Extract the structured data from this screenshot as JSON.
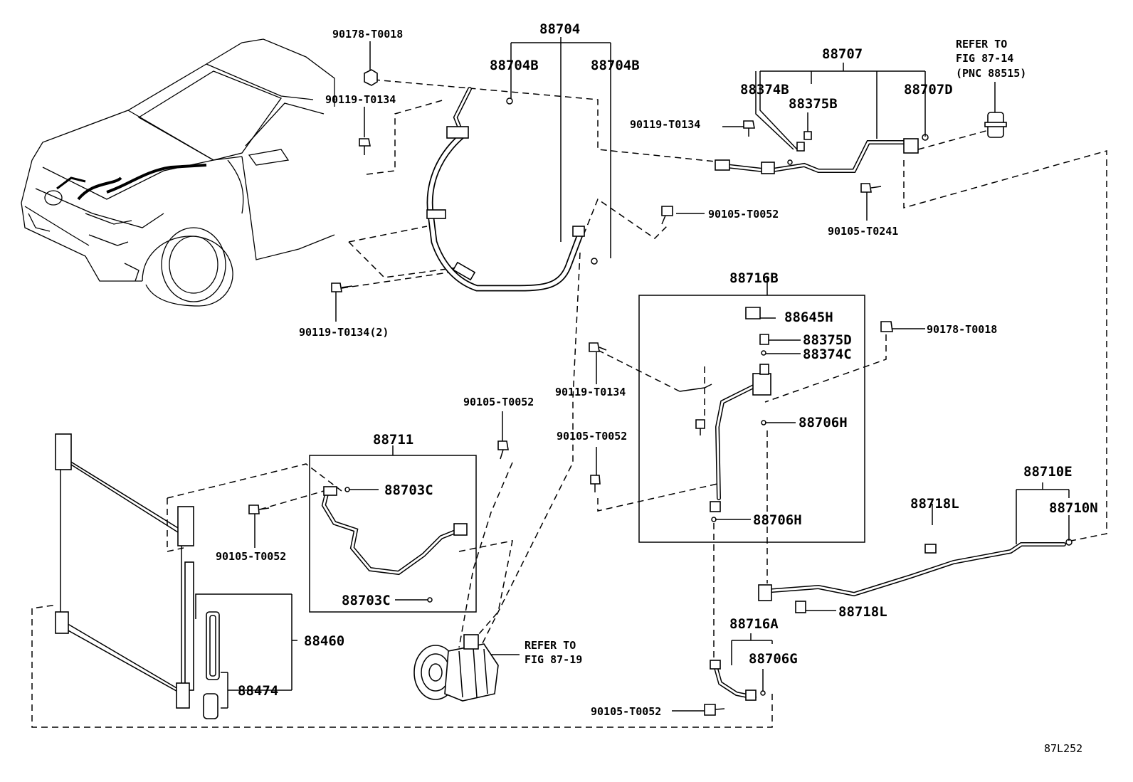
{
  "diagram_id": "87L252",
  "labels": {
    "p90178_top": "90178-T0018",
    "p88704": "88704",
    "p88704b_l": "88704B",
    "p88704b_r": "88704B",
    "p90119_top": "90119-T0134",
    "p90119_2": "90119-T0134(2)",
    "p90105_mid": "90105-T0052",
    "p88707": "88707",
    "p88374b": "88374B",
    "p88375b": "88375B",
    "p88707d": "88707D",
    "p90119_r": "90119-T0134",
    "p90105_t0241": "90105-T0241",
    "refer_top_1": "REFER TO",
    "refer_top_2": "FIG 87-14",
    "refer_top_3": "(PNC 88515)",
    "p88716b": "88716B",
    "p88645h": "88645H",
    "p88375d": "88375D",
    "p88374c": "88374C",
    "p90178_r": "90178-T0018",
    "p90119_c": "90119-T0134",
    "p88706h_1": "88706H",
    "p90105_c": "90105-T0052",
    "p88706h_2": "88706H",
    "p90105_cl": "90105-T0052",
    "p88711": "88711",
    "p88703c_1": "88703C",
    "p88703c_2": "88703C",
    "p90105_l": "90105-T0052",
    "p88460": "88460",
    "p88474": "88474",
    "refer_bot_1": "REFER TO",
    "refer_bot_2": "FIG 87-19",
    "p88710e": "88710E",
    "p88710n": "88710N",
    "p88718l_1": "88718L",
    "p88718l_2": "88718L",
    "p88716a": "88716A",
    "p88706g": "88706G",
    "p90105_b": "90105-T0052"
  }
}
